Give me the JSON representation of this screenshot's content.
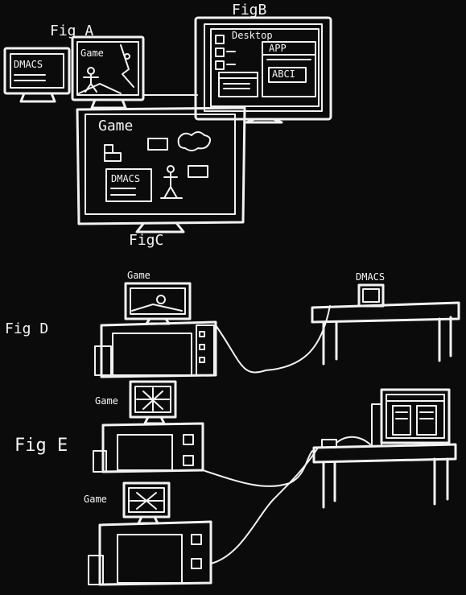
{
  "figures": {
    "a": {
      "caption": "Fig A",
      "left_screen": "DMACS",
      "right_screen": "Game"
    },
    "b": {
      "caption": "FigB",
      "desktop_label": "Desktop",
      "app_label": "APP",
      "app_text": "ABCI"
    },
    "c": {
      "caption": "FigC",
      "screen_title": "Game",
      "window_label": "DMACS"
    },
    "d": {
      "caption": "Fig D",
      "left_computer": "Game",
      "right_computer": "DMACS"
    },
    "e": {
      "caption": "Fig E",
      "top_computer": "Game",
      "bottom_computer": "Game"
    }
  }
}
